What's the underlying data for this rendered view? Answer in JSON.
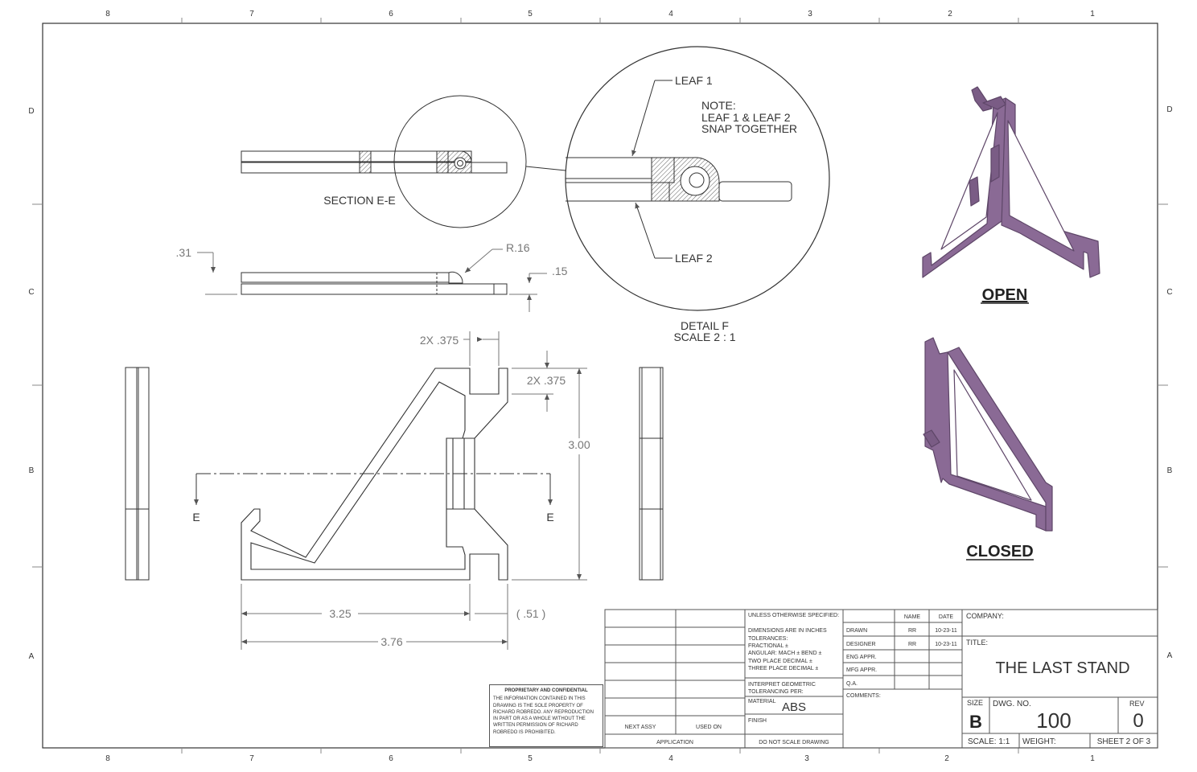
{
  "zones": {
    "columns": [
      "8",
      "7",
      "6",
      "5",
      "4",
      "3",
      "2",
      "1"
    ],
    "rows": [
      "D",
      "C",
      "B",
      "A"
    ]
  },
  "views": {
    "section_label": "SECTION E-E",
    "section_marker": "E",
    "detail_label": "DETAIL F",
    "detail_scale": "SCALE 2 : 1",
    "leaf1": "LEAF 1",
    "leaf2": "LEAF 2",
    "note_title": "NOTE:",
    "note_line1": "LEAF 1 & LEAF 2",
    "note_line2": "SNAP TOGETHER",
    "iso_open": "OPEN",
    "iso_closed": "CLOSED"
  },
  "dimensions": {
    "d031": ".31",
    "r016": "R.16",
    "d015": ".15",
    "slot_w": "2X .375",
    "slot_h": "2X .375",
    "height": "3.00",
    "len325": "3.25",
    "len051": "( .51 )",
    "len376": "3.76"
  },
  "proprietary": {
    "title": "PROPRIETARY AND CONFIDENTIAL",
    "body": "THE INFORMATION CONTAINED IN THIS DRAWING IS THE SOLE PROPERTY OF RICHARD ROBREDO. ANY REPRODUCTION IN PART OR AS A WHOLE WITHOUT THE WRITTEN PERMISSION OF RICHARD ROBREDO IS PROHIBITED."
  },
  "title_block": {
    "next_assy": "NEXT ASSY",
    "used_on": "USED ON",
    "application": "APPLICATION",
    "unless": "UNLESS OTHERWISE SPECIFIED:",
    "dims_in": "DIMENSIONS ARE IN INCHES",
    "tolerances": "TOLERANCES:",
    "fractional": "FRACTIONAL ±",
    "angular": "ANGULAR: MACH ±    BEND ±",
    "two_place": "TWO PLACE DECIMAL   ±",
    "three_place": "THREE PLACE DECIMAL  ±",
    "interpret": "INTERPRET GEOMETRIC",
    "tolerancing": "TOLERANCING PER:",
    "material_label": "MATERIAL",
    "material": "ABS",
    "finish_label": "FINISH",
    "do_not_scale": "DO NOT SCALE DRAWING",
    "col_name": "NAME",
    "col_date": "DATE",
    "drawn": "DRAWN",
    "drawn_name": "RR",
    "drawn_date": "10-23-11",
    "designer": "DESIGNER",
    "designer_name": "RR",
    "designer_date": "10-23-11",
    "eng_appr": "ENG APPR.",
    "mfg_appr": "MFG APPR.",
    "qa": "Q.A.",
    "comments": "COMMENTS:",
    "company_label": "COMPANY:",
    "title_label": "TITLE:",
    "title": "THE LAST STAND",
    "size_label": "SIZE",
    "size": "B",
    "dwg_no_label": "DWG.  NO.",
    "dwg_no": "100",
    "rev_label": "REV",
    "rev": "0",
    "scale": "SCALE: 1:1",
    "weight": "WEIGHT:",
    "sheet": "SHEET 2 OF 3"
  },
  "colors": {
    "part_purple": "#8a6a95",
    "part_purple_dark": "#5e4668",
    "line": "#333333",
    "dim": "#777777"
  }
}
